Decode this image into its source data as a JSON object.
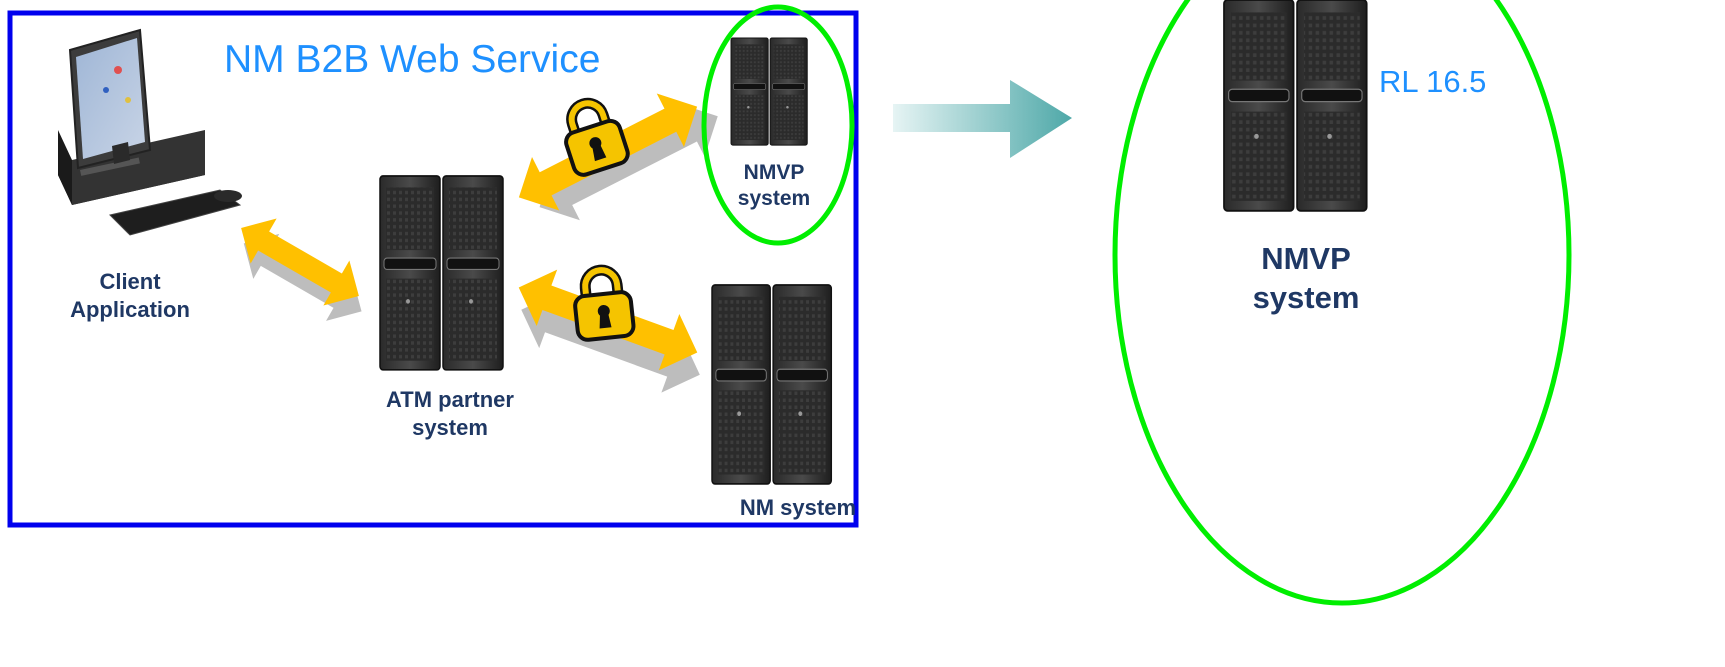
{
  "diagram": {
    "title": "NM B2B Web Service",
    "release_label": "RL 16.5",
    "nodes": {
      "client": {
        "line1": "Client",
        "line2": "Application"
      },
      "atm_partner": {
        "line1": "ATM partner",
        "line2": "system"
      },
      "nmvp_small": {
        "line1": "NMVP",
        "line2": "system"
      },
      "nm_system": {
        "line1": "NM system"
      },
      "nmvp_large": {
        "line1": "NMVP",
        "line2": "system"
      }
    },
    "colors": {
      "frame_border": "#0000ee",
      "highlight_ellipse": "#00ee00",
      "arrow": "#ffc000",
      "arrow_shadow": "#bdbdbd",
      "lock": "#f5c400",
      "label_text": "#1f3864",
      "title_text": "#1e90ff",
      "transition_arrow": "#6fb8b8"
    },
    "icons": [
      "desktop-computer-icon",
      "server-rack-icon",
      "padlock-icon",
      "double-arrow-icon",
      "right-arrow-icon"
    ]
  }
}
